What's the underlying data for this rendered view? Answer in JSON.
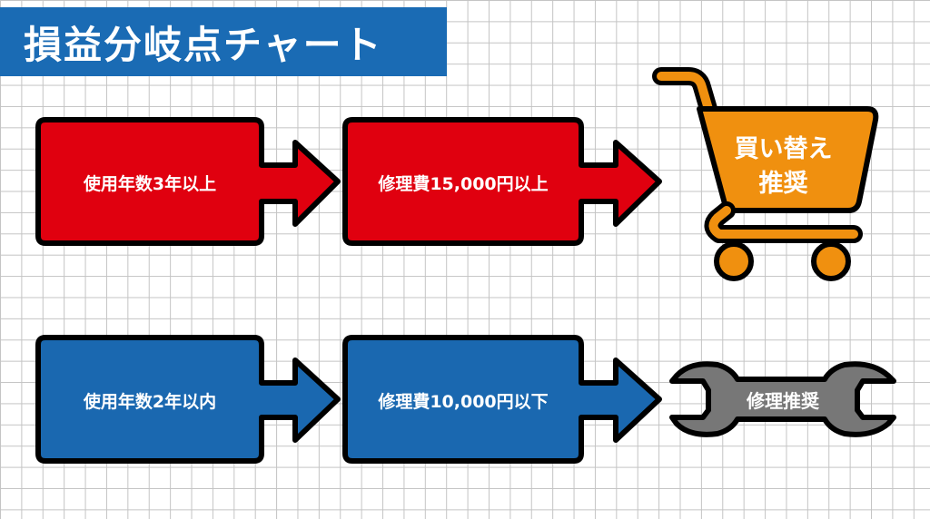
{
  "title": "損益分岐点チャート",
  "colors": {
    "title_bg": "#1a6bb4",
    "red": "#e0000f",
    "blue": "#1a68b0",
    "orange": "#f0900f",
    "gray": "#777777",
    "outline": "#000000",
    "grid": "#c4c4c4"
  },
  "rows": [
    {
      "id": "replace",
      "conditions": [
        {
          "label": "使用年数3年以上"
        },
        {
          "label": "修理費15,000円以上"
        }
      ],
      "result": {
        "label_line1": "買い替え",
        "label_line2": "推奨",
        "icon": "shopping-cart-icon"
      }
    },
    {
      "id": "repair",
      "conditions": [
        {
          "label": "使用年数2年以内"
        },
        {
          "label": "修理費10,000円以下"
        }
      ],
      "result": {
        "label": "修理推奨",
        "icon": "wrench-icon"
      }
    }
  ]
}
